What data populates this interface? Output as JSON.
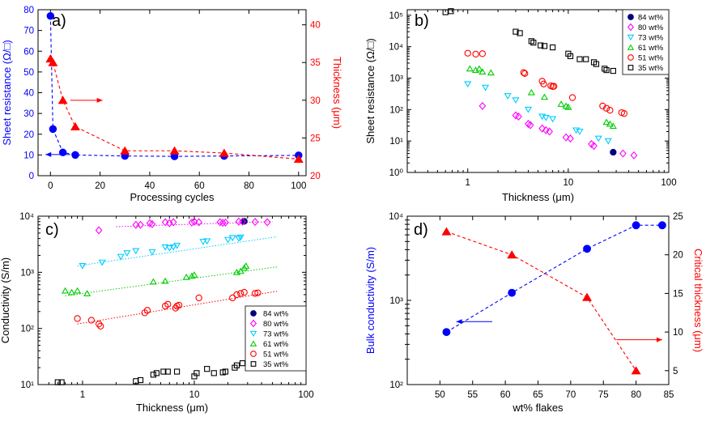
{
  "chart_data": [
    {
      "type": "scatter",
      "panel": "a)",
      "xlabel": "Processing cycles",
      "ylabel_left": "Sheet resistance (Ω/□)",
      "ylabel_right": "Thickness (μm)",
      "xlim": [
        -5,
        103
      ],
      "ylim_left": [
        0,
        80
      ],
      "ylim_right": [
        20,
        42
      ],
      "xticks": [
        0,
        20,
        40,
        60,
        80,
        100
      ],
      "yticks_left": [
        0,
        10,
        20,
        30,
        40,
        50,
        60,
        70,
        80
      ],
      "yticks_right": [
        20,
        25,
        30,
        35,
        40
      ],
      "colors": {
        "left": "#0000ff",
        "right": "#ff0000"
      },
      "series": [
        {
          "axis": "left",
          "x": [
            0,
            1,
            5,
            10,
            30,
            50,
            70,
            100
          ],
          "y": [
            77,
            22.5,
            11.2,
            10,
            9.5,
            9.3,
            9.5,
            9.8
          ]
        },
        {
          "axis": "right",
          "x": [
            0,
            1,
            5,
            10,
            30,
            50,
            70,
            100
          ],
          "y": [
            35.5,
            35,
            30,
            26.5,
            23.3,
            23.3,
            23,
            22.2
          ]
        }
      ]
    },
    {
      "type": "scatter",
      "panel": "b)",
      "xlabel": "Thickness (μm)",
      "ylabel": "Sheet resistance (Ω/□)",
      "xscale": "log",
      "yscale": "log",
      "xlim": [
        0.25,
        100
      ],
      "ylim": [
        1,
        150000
      ],
      "xticks": [
        1,
        10,
        100
      ],
      "yticks": [
        1,
        10,
        100,
        1000,
        10000,
        100000
      ],
      "ytick_labels": [
        "10⁰",
        "10¹",
        "10²",
        "10³",
        "10⁴",
        "10⁵"
      ],
      "legend": "top-right",
      "series": [
        {
          "name": "84 wt%",
          "x": [
            28
          ],
          "y": [
            4.4
          ]
        },
        {
          "name": "80 wt%",
          "x": [
            1.4,
            3.0,
            3.2,
            4.0,
            4.2,
            5.5,
            6.0,
            6.5,
            9.5,
            10.5,
            17,
            18,
            35,
            45
          ],
          "y": [
            130,
            65,
            60,
            35,
            32,
            25,
            22,
            20,
            13,
            12,
            8,
            7,
            4,
            3.5
          ]
        },
        {
          "name": "73 wt%",
          "x": [
            1.0,
            1.5,
            2.5,
            3.0,
            4.0,
            5.5,
            6.0,
            7.0,
            12,
            13,
            20,
            25
          ],
          "y": [
            650,
            500,
            270,
            200,
            100,
            60,
            55,
            50,
            22,
            20,
            12,
            10
          ]
        },
        {
          "name": "61 wt%",
          "x": [
            1.05,
            1.2,
            1.3,
            1.4,
            1.7,
            4.3,
            5.8,
            8.5,
            9.5,
            10,
            24,
            26,
            28
          ],
          "y": [
            2000,
            1800,
            2000,
            1600,
            1500,
            350,
            250,
            150,
            130,
            120,
            40,
            35,
            30
          ]
        },
        {
          "name": "51 wt%",
          "x": [
            1.0,
            1.2,
            1.4,
            3.6,
            3.7,
            5.5,
            5.7,
            6.7,
            7.0,
            7.2,
            11,
            22,
            24,
            26,
            34,
            36
          ],
          "y": [
            6200,
            5800,
            6000,
            1500,
            1400,
            800,
            650,
            570,
            540,
            550,
            240,
            130,
            110,
            95,
            80,
            75
          ]
        },
        {
          "name": "35 wt%",
          "x": [
            0.6,
            0.68,
            3.0,
            3.3,
            4.3,
            4.5,
            5.3,
            5.8,
            7.0,
            10,
            10.5,
            13,
            15,
            18,
            19,
            23,
            24,
            28
          ],
          "y": [
            125000,
            135000,
            30000,
            27000,
            15000,
            13500,
            11000,
            10500,
            9500,
            6000,
            5000,
            4000,
            4000,
            3200,
            2800,
            2000,
            1800,
            1700
          ]
        }
      ]
    },
    {
      "type": "scatter",
      "panel": "c)",
      "xlabel": "Thickness (μm)",
      "ylabel": "Conductivity (S/m)",
      "xscale": "log",
      "yscale": "log",
      "xlim": [
        0.4,
        100
      ],
      "ylim": [
        10,
        10000
      ],
      "xticks": [
        1,
        10,
        100
      ],
      "yticks": [
        10,
        100,
        1000,
        10000
      ],
      "ytick_labels": [
        "10¹",
        "10²",
        "10³",
        "10⁴"
      ],
      "legend": "bottom-right",
      "series": [
        {
          "name": "84 wt%",
          "x": [
            28
          ],
          "y": [
            8100
          ]
        },
        {
          "name": "80 wt%",
          "x": [
            1.4,
            3.0,
            3.3,
            4.0,
            4.2,
            5.5,
            6.0,
            6.5,
            9.5,
            10,
            11,
            17,
            18,
            19,
            25,
            27,
            35,
            45
          ],
          "y": [
            5600,
            7000,
            7000,
            7500,
            7200,
            7800,
            7500,
            7800,
            7700,
            8000,
            7800,
            7800,
            7600,
            7700,
            8000,
            8000,
            7900,
            7800
          ]
        },
        {
          "name": "73 wt%",
          "x": [
            1.0,
            1.5,
            2.2,
            2.5,
            3.0,
            4.2,
            5.5,
            6.0,
            6.5,
            7.0,
            12,
            13,
            20,
            22,
            25,
            26
          ],
          "y": [
            1300,
            1500,
            1900,
            2200,
            2400,
            2300,
            2800,
            2700,
            2800,
            3000,
            3500,
            3600,
            3800,
            4100,
            4000,
            4200
          ]
        },
        {
          "name": "61 wt%",
          "x": [
            0.7,
            0.8,
            0.9,
            1.1,
            4.3,
            5.5,
            8.5,
            9.5,
            10,
            24,
            26,
            28,
            29
          ],
          "y": [
            470,
            440,
            470,
            420,
            680,
            700,
            820,
            860,
            900,
            1000,
            1050,
            1200,
            1300
          ]
        },
        {
          "name": "51 wt%",
          "x": [
            0.9,
            1.2,
            1.4,
            1.45,
            3.6,
            3.8,
            5.5,
            5.8,
            6.8,
            7.0,
            7.3,
            11,
            22,
            24,
            26,
            28,
            35,
            37
          ],
          "y": [
            150,
            140,
            120,
            110,
            190,
            210,
            250,
            270,
            230,
            250,
            260,
            350,
            350,
            400,
            420,
            440,
            420,
            430
          ]
        },
        {
          "name": "35 wt%",
          "x": [
            0.6,
            0.65,
            3.0,
            3.3,
            4.3,
            4.6,
            5.3,
            5.8,
            7.0,
            10,
            10.5,
            13,
            15,
            18,
            19,
            23,
            24,
            27
          ],
          "y": [
            11,
            11,
            11.5,
            12,
            15,
            16,
            17,
            17,
            17,
            14,
            16,
            19,
            16,
            16.5,
            17,
            20,
            22,
            24
          ]
        }
      ],
      "fits": [
        {
          "name": "80 wt%",
          "x": [
            2,
            50
          ],
          "y": [
            6500,
            8000
          ]
        },
        {
          "name": "73 wt%",
          "x": [
            0.9,
            55
          ],
          "y": [
            1300,
            4300
          ]
        },
        {
          "name": "61 wt%",
          "x": [
            0.7,
            55
          ],
          "y": [
            380,
            1250
          ]
        },
        {
          "name": "51 wt%",
          "x": [
            0.9,
            55
          ],
          "y": [
            120,
            460
          ]
        }
      ]
    },
    {
      "type": "line",
      "panel": "d)",
      "xlabel": "wt% flakes",
      "ylabel_left": "Bulk conductivity (S/m)",
      "ylabel_right": "Critical thickness (μm)",
      "yscale_left": "log",
      "xlim": [
        45,
        85
      ],
      "ylim_left": [
        100,
        10000
      ],
      "ylim_right": [
        3.2,
        25
      ],
      "xticks": [
        50,
        55,
        60,
        65,
        70,
        75,
        80,
        85
      ],
      "yticks_left": [
        100,
        1000,
        10000
      ],
      "ytick_labels_left": [
        "10²",
        "10³",
        "10⁴"
      ],
      "yticks_right": [
        5,
        10,
        15,
        20,
        25
      ],
      "colors": {
        "left": "#0000ff",
        "right": "#ff0000"
      },
      "series": [
        {
          "axis": "left",
          "x": [
            51,
            61,
            72.5,
            80,
            84
          ],
          "y": [
            420,
            1230,
            4100,
            7800,
            7800
          ]
        },
        {
          "axis": "right",
          "x": [
            51,
            61,
            72.5,
            80
          ],
          "y": [
            23,
            20,
            14.5,
            5
          ]
        }
      ]
    }
  ]
}
